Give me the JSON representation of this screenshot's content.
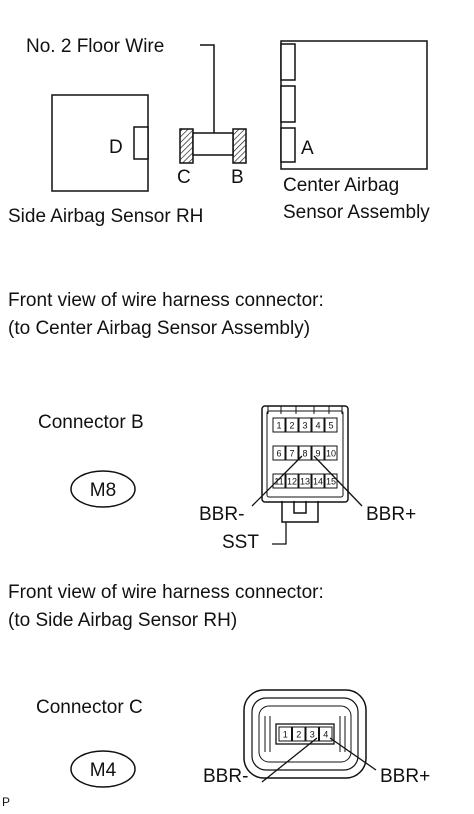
{
  "diagram": {
    "labels": {
      "floor_wire": "No. 2 Floor Wire",
      "side_sensor_letter": "D",
      "center_sensor_letter": "A",
      "conn_c_letter": "C",
      "conn_b_letter": "B",
      "side_sensor_name": "Side Airbag Sensor RH",
      "center_sensor_line1": "Center Airbag",
      "center_sensor_line2": "Sensor Assembly"
    }
  },
  "section_b": {
    "title_line1": "Front view of wire harness connector:",
    "title_line2": "(to Center Airbag Sensor Assembly)",
    "connector_label": "Connector B",
    "connector_code": "M8",
    "pins_row1": [
      "1",
      "2",
      "3",
      "4",
      "5"
    ],
    "pins_row2": [
      "6",
      "7",
      "8",
      "9",
      "10"
    ],
    "pins_row3": [
      "11",
      "12",
      "13",
      "14",
      "15"
    ],
    "bbr_minus": "BBR-",
    "bbr_plus": "BBR+",
    "sst": "SST"
  },
  "section_c": {
    "title_line1": "Front view of wire harness connector:",
    "title_line2": "(to Side Airbag Sensor RH)",
    "connector_label": "Connector C",
    "connector_code": "M4",
    "pins": [
      "1",
      "2",
      "3",
      "4"
    ],
    "bbr_minus": "BBR-",
    "bbr_plus": "BBR+"
  },
  "footer_mark": "P"
}
